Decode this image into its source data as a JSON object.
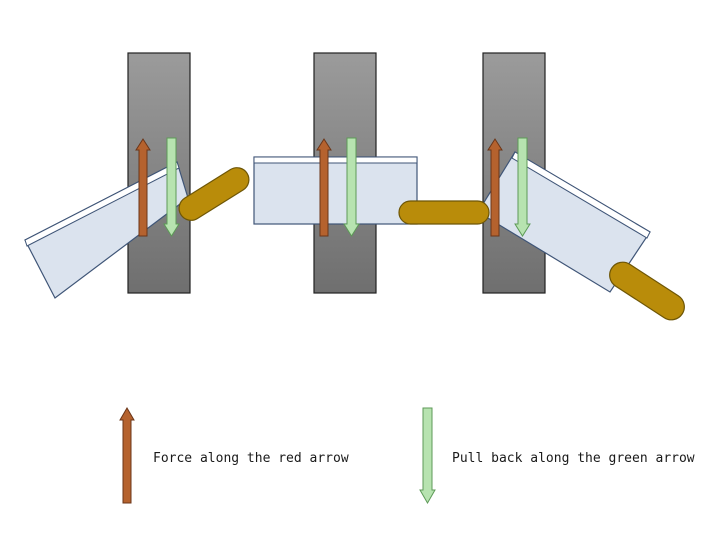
{
  "legend": {
    "force_text": "Force along the red arrow",
    "pull_text": "Pull back along the green arrow"
  },
  "colors": {
    "post": "#8c8c8c",
    "post_edge": "#222222",
    "plate": "#dbe3ee",
    "plate_edge": "#3f5577",
    "plate_lip": "#ffffff",
    "link": "#b98c0a",
    "link_edge": "#6e5606",
    "force_arrow": "#b5622e",
    "force_arrow_edge": "#6b3518",
    "pull_arrow": "#b7e3b0",
    "pull_arrow_edge": "#5d9a57"
  },
  "icons": {
    "force": "red-up-arrow",
    "pull": "green-down-arrow"
  }
}
